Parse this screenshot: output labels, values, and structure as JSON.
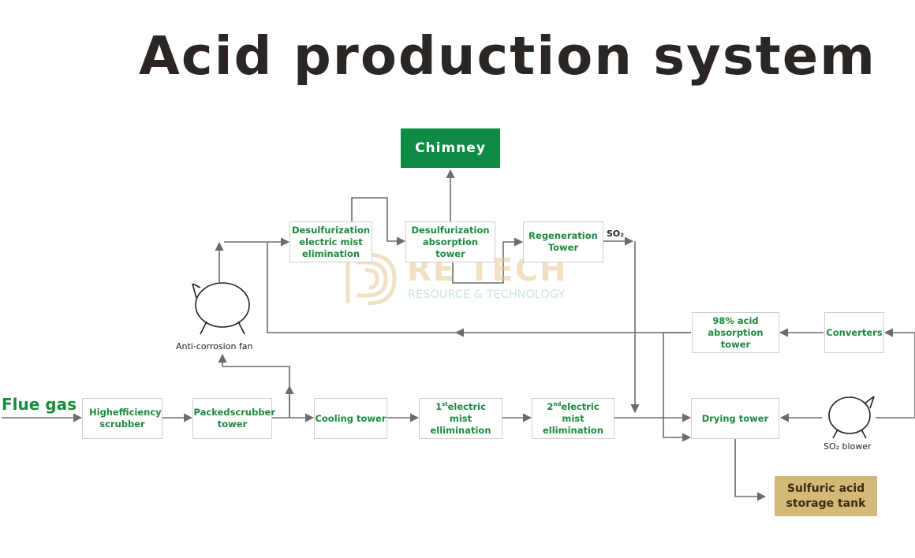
{
  "title": "Acid production system",
  "nodes": {
    "high_efficiency_scrubber": "Highefficiency scrubber",
    "packed_scrubber_tower": "Packedscrubber tower",
    "cooling_tower": "Cooling tower",
    "first_mist_prefix": "1",
    "first_mist_sup": "st",
    "first_mist_line1": "electric",
    "first_mist_line2": "mist ellimination",
    "second_mist_prefix": "2",
    "second_mist_sup": "nd",
    "second_mist_line1": "electric",
    "second_mist_line2": "mist ellimination",
    "desulf_mist": "Desulfurization electric mist elimination",
    "desulf_absorption": "Desulfurization absorption tower",
    "regeneration": "Regeneration Tower",
    "acid_absorption": "98% acid absorption tower",
    "converters": "Converters",
    "drying_tower": "Drying tower",
    "chimney": "Chimney",
    "sulfuric_tank": "Sulfuric acid storage tank"
  },
  "labels": {
    "flue_gas": "Flue gas",
    "anti_corrosion_fan": "Anti-corrosion fan",
    "so2_blower": "SO₂ blower",
    "so2_stream": "SO₂"
  },
  "watermark": {
    "brand": "RE TECH",
    "tagline": "RESOURCE & TECHNOLOGY"
  },
  "colors": {
    "node_text": "#1b8a3e",
    "chimney": "#0e8c46",
    "tank": "#d4b878",
    "title": "#2b2624",
    "line": "#6b6b6b"
  }
}
